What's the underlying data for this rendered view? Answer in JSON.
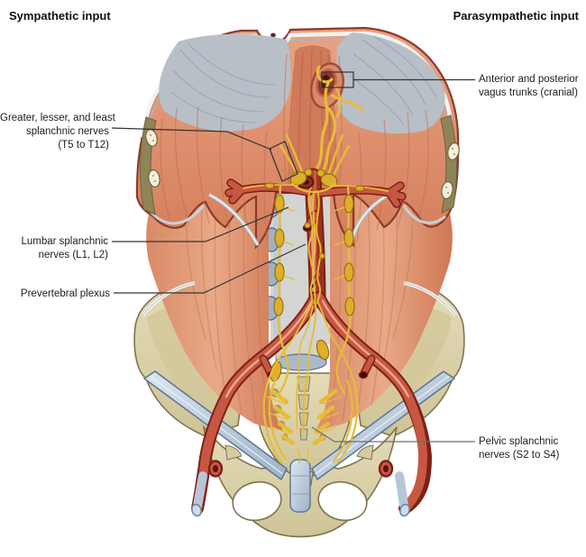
{
  "titles": {
    "left": "Sympathetic input",
    "right": "Parasympathetic input"
  },
  "labels": {
    "vagus_trunks": {
      "lines": [
        "Anterior and posterior",
        "vagus trunks (cranial)"
      ]
    },
    "greater_splanchnic": {
      "lines": [
        "Greater, lesser, and least",
        "splanchnic nerves",
        "(T5 to T12)"
      ]
    },
    "lumbar_splanchnic": {
      "lines": [
        "Lumbar splanchnic",
        "nerves (L1, L2)"
      ]
    },
    "prevertebral_plexus": {
      "lines": [
        "Prevertebral plexus"
      ]
    },
    "pelvic_splanchnic": {
      "lines": [
        "Pelvic splanchnic",
        "nerves (S2 to S4)"
      ]
    }
  },
  "colors": {
    "background": "#FFFFFF",
    "muscle": "#DD8F6F",
    "muscle_shadow": "#C06A4C",
    "central_tendon_gray": "#B9BFC6",
    "bone": "#DCD3AB",
    "bone_outline": "#7E734F",
    "artery": "#C65743",
    "artery_dark": "#7E2014",
    "nerve_yellow": "#E7BC38",
    "nerve_dark": "#A37B12",
    "cartilage_blue": "#B5C7D9",
    "ligament_blue": "#AFC3D6",
    "leader_line": "#333333"
  }
}
